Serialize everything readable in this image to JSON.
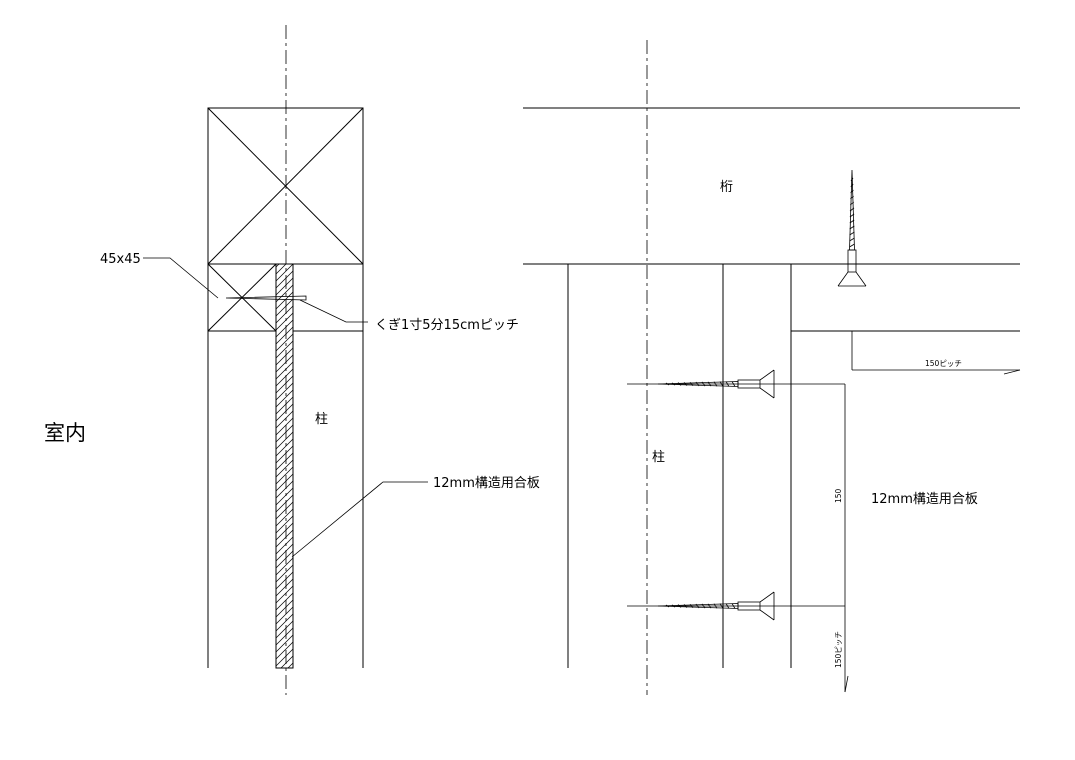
{
  "labels": {
    "room_interior": "室内",
    "stud_size": "45x45",
    "nail_spec": "くぎ1寸5分15cmピッチ",
    "column_left": "柱",
    "plywood_left": "12mm構造用合板",
    "beam": "桁",
    "column_right": "柱",
    "plywood_right": "12mm構造用合板",
    "pitch_horizontal": "150ピッチ",
    "dim_vertical": "150",
    "pitch_vertical": "150ピッチ"
  }
}
